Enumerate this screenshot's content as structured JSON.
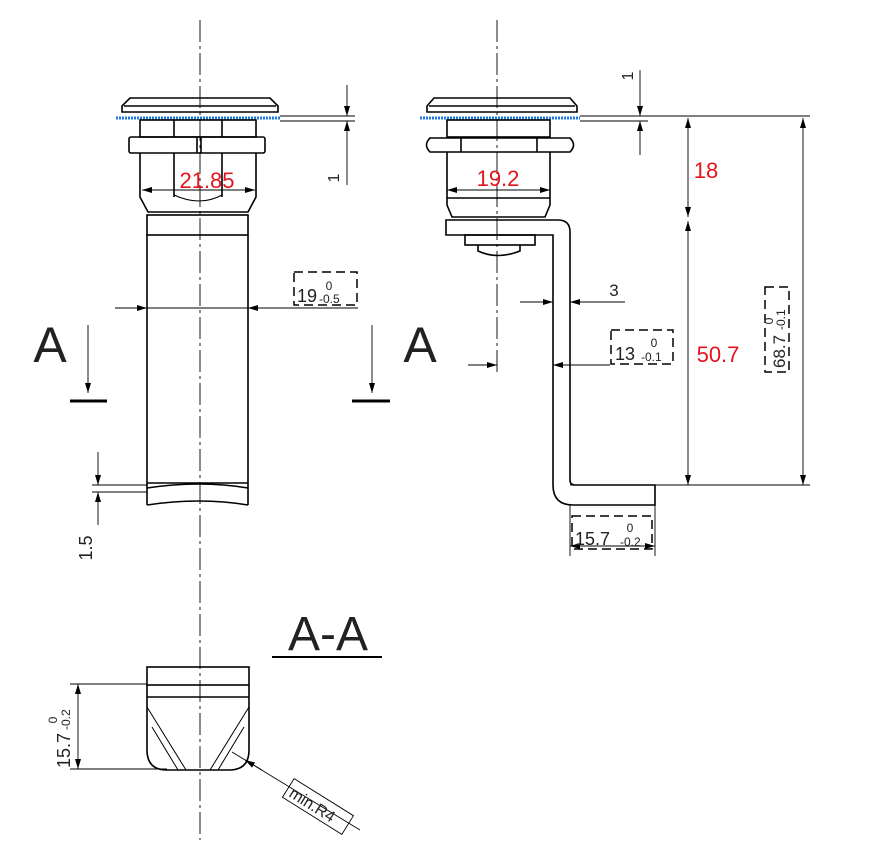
{
  "view_label_left": "A",
  "view_label_right": "A",
  "section_title": "A-A",
  "dimensions": {
    "left_width": "21.85",
    "right_width": "19.2",
    "height_upper": "18",
    "height_lower": "50.7",
    "washer_left": "1",
    "washer_right": "1",
    "cam_thickness": "3",
    "bottom_gap": "1.5",
    "shaft_width": {
      "nominal": "19",
      "upper": "0",
      "lower": "-0.5"
    },
    "cam_offset": {
      "nominal": "13",
      "upper": "0",
      "lower": "-0.1"
    },
    "total_height": {
      "nominal": "68.7",
      "upper": "0",
      "lower": "-0.1"
    },
    "cam_length": {
      "nominal": "15.7",
      "upper": "0",
      "lower": "-0.2"
    },
    "section_height": {
      "nominal": "15.7",
      "upper": "0",
      "lower": "-0.2"
    },
    "radius_note": "min.R4"
  },
  "colors": {
    "highlight": "#e4141c",
    "washer": "#1e7ae0"
  }
}
